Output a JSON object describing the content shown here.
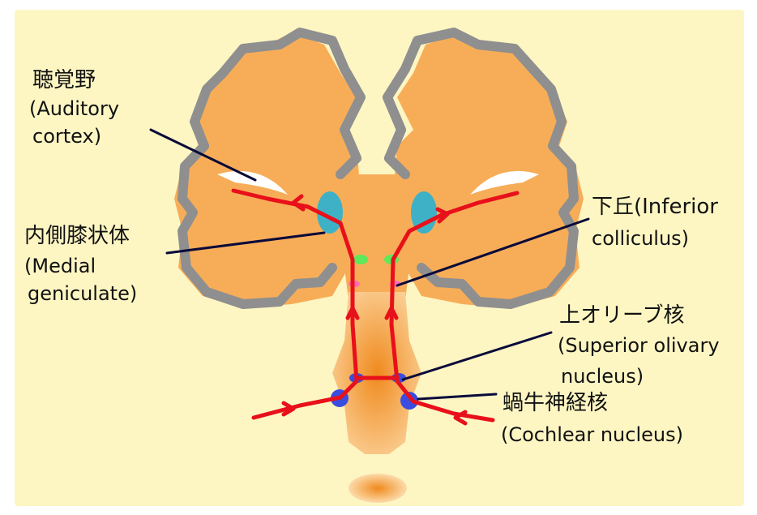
{
  "colors": {
    "background": "#fdf6c3",
    "tissue": "#f7ad58",
    "tissue_center": "#f08a1e",
    "cortex_outline": "#8f8f8f",
    "pathway": "#e8101a",
    "leader": "#0a0a3a",
    "geniculate": "#3fb1c6",
    "colliculus": "#5ee85a",
    "olive": "#ff6bb5",
    "cochlear": "#3a4de0"
  },
  "labels": {
    "auditory_cortex": {
      "jp": "聴覚野",
      "en_line1": "(Auditory",
      "en_line2": "cortex)"
    },
    "medial_geniculate": {
      "jp": "内側膝状体",
      "en_line1": "(Medial",
      "en_line2": "geniculate)"
    },
    "inferior_colliculus": {
      "jp": "下丘(Inferior",
      "en_line2": "colliculus)"
    },
    "superior_olivary": {
      "jp": "上オリーブ核",
      "en_line1": "(Superior olivary",
      "en_line2": "nucleus)"
    },
    "cochlear_nucleus": {
      "jp": "蝸牛神経核",
      "en_line1": "(Cochlear nucleus)"
    }
  }
}
